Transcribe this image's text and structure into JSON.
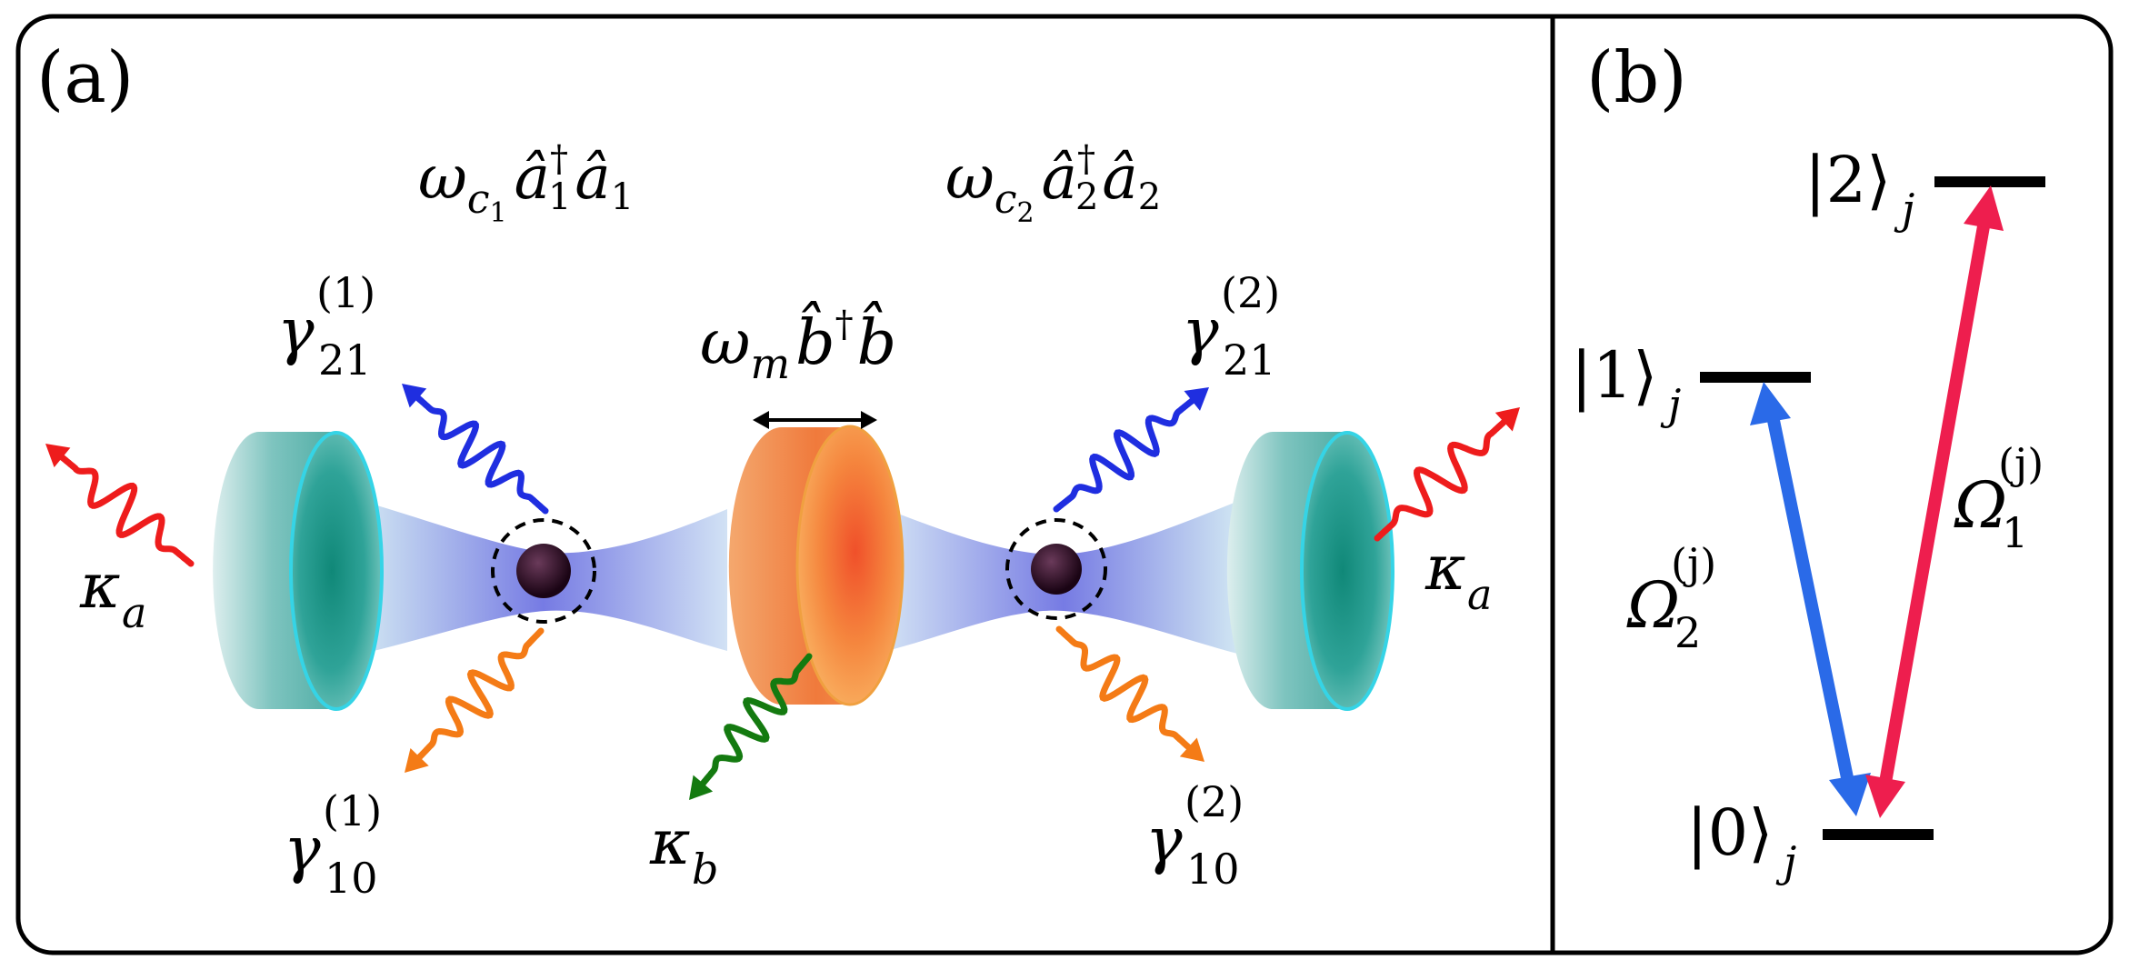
{
  "panel_a": {
    "label": "(a)",
    "hamiltonian_cavity1": {
      "sym": "ω",
      "sub": "c",
      "subsub": "1",
      "op": "â",
      "dag": "†",
      "opsub": "1"
    },
    "hamiltonian_cavity2": {
      "sym": "ω",
      "sub": "c",
      "subsub": "2",
      "op": "â",
      "dag": "†",
      "opsub": "2"
    },
    "hamiltonian_mech": {
      "sym": "ω",
      "sub": "m",
      "op": "b̂",
      "dag": "†"
    },
    "gamma21_1": {
      "sym": "γ",
      "sub": "21",
      "sup": "(1)"
    },
    "gamma10_1": {
      "sym": "γ",
      "sub": "10",
      "sup": "(1)"
    },
    "gamma21_2": {
      "sym": "γ",
      "sub": "21",
      "sup": "(2)"
    },
    "gamma10_2": {
      "sym": "γ",
      "sub": "10",
      "sup": "(2)"
    },
    "kappa_a_left": {
      "sym": "κ",
      "sub": "a"
    },
    "kappa_a_right": {
      "sym": "κ",
      "sub": "a"
    },
    "kappa_b": {
      "sym": "κ",
      "sub": "b"
    }
  },
  "panel_b": {
    "label": "(b)",
    "level2": {
      "ket": "|2⟩",
      "sub": "j"
    },
    "level1": {
      "ket": "|1⟩",
      "sub": "j"
    },
    "level0": {
      "ket": "|0⟩",
      "sub": "j"
    },
    "omega1": {
      "sym": "Ω",
      "sub": "1",
      "sup": "(j)"
    },
    "omega2": {
      "sym": "Ω",
      "sub": "2",
      "sup": "(j)"
    }
  },
  "colors": {
    "mirror_teal": "#1f9a8c",
    "mirror_rim": "#35d4e6",
    "membrane_orange": "#f08a3a",
    "beam_blue": "#5a5ee0",
    "red_wave": "#ee1c1c",
    "blue_wave": "#1f2ee0",
    "orange_wave": "#f47b16",
    "green_wave": "#147a10",
    "arrow_blue": "#2a6ae8",
    "arrow_red": "#ee1e4e",
    "atom": "#2a0a2a"
  }
}
